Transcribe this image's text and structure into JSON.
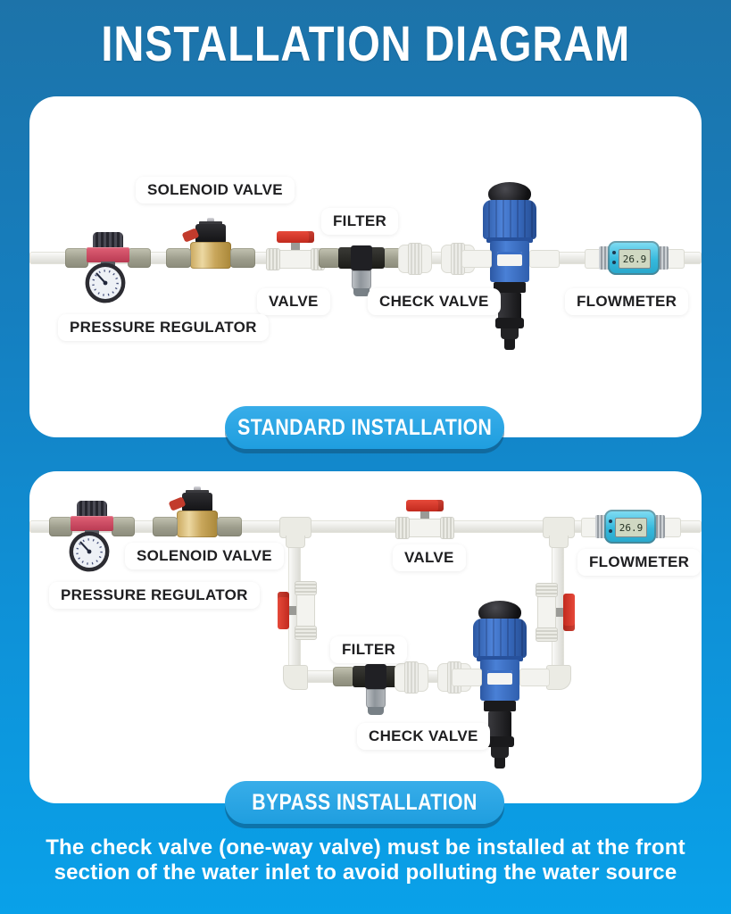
{
  "title": "INSTALLATION DIAGRAM",
  "sections": [
    {
      "name": "standard",
      "button_label": "STANDARD INSTALLATION",
      "flowmeter_reading": "26.9",
      "labels": {
        "solenoid_valve": "SOLENOID VALVE",
        "filter": "FILTER",
        "valve": "VALVE",
        "check_valve": "CHECK VALVE",
        "pressure_regulator": "PRESSURE REGULATOR",
        "flowmeter": "FLOWMETER"
      }
    },
    {
      "name": "bypass",
      "button_label": "BYPASS INSTALLATION",
      "flowmeter_reading": "26.9",
      "labels": {
        "solenoid_valve": "SOLENOID VALVE",
        "filter": "FILTER",
        "valve": "VALVE",
        "check_valve": "CHECK VALVE",
        "pressure_regulator": "PRESSURE REGULATOR",
        "flowmeter": "FLOWMETER"
      }
    }
  ],
  "footer_note": "The check valve (one-way valve) must be installed at the front section of the water inlet to avoid polluting the water source",
  "colors": {
    "background_top": "#1d73a9",
    "background_bottom": "#09a1e9",
    "card": "#ffffff",
    "accent_blue": "#29a7e4",
    "valve_red": "#d63427",
    "brass": "#c9a75c",
    "pump_blue": "#3a6ec5",
    "flowmeter_teal": "#45c8e8"
  }
}
